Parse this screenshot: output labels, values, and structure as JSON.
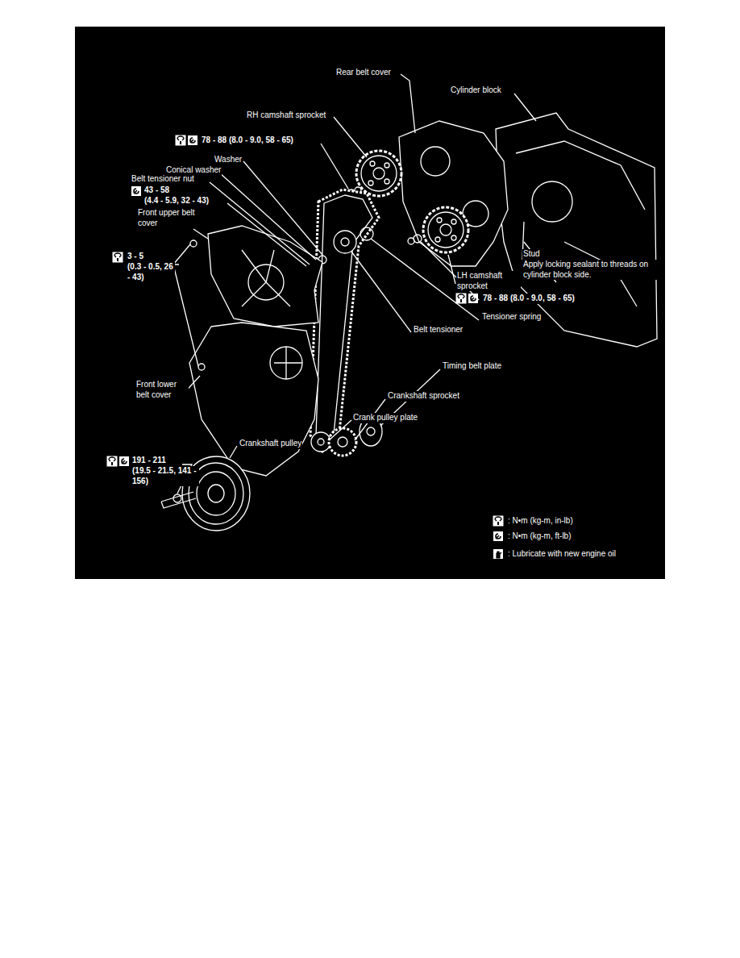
{
  "diagram": {
    "labels": [
      "Rear belt cover",
      "Cylinder block",
      "RH camshaft sprocket",
      "78 - 88 (8.0 - 9.0, 58 - 65)",
      "Washer",
      "Conical washer",
      "Belt tensioner nut",
      "43 - 58",
      "(4.4 - 5.9, 32 - 43)",
      "Front upper belt cover",
      "3 - 5",
      "(0.3 - 0.5, 26 - 43)",
      "Stud",
      "Apply locking sealant to threads on cylinder block side.",
      "LH camshaft sprocket",
      "78 - 88 (8.0 - 9.0, 58 - 65)",
      "Tensioner spring",
      "Belt tensioner",
      "Timing belt plate",
      "Crankshaft sprocket",
      "Front lower belt cover",
      "Crank pulley plate",
      "Crankshaft pulley",
      "191 - 211",
      "(19.5 - 21.5, 141 - 156)"
    ],
    "legend": [
      {
        "text": ": N•m (kg-m, in-lb)"
      },
      {
        "text": ": N•m (kg-m, ft-lb)"
      },
      {
        "text": ": Lubricate with new engine oil"
      }
    ]
  }
}
